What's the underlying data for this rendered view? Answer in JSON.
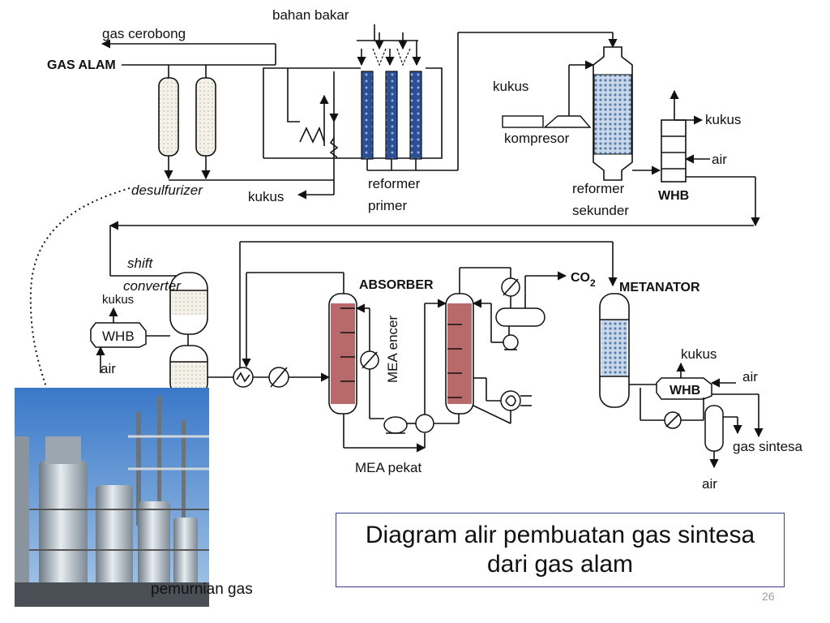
{
  "labels": {
    "bahan_bakar": "bahan bakar",
    "gas_cerobong": "gas cerobong",
    "gas_alam": "GAS ALAM",
    "desulfurizer": "desulfurizer",
    "kukus_1": "kukus",
    "reformer_primer_1": "reformer",
    "reformer_primer_2": "primer",
    "kukus_2": "kukus",
    "kompresor": "kompresor",
    "reformer_sekunder_1": "reformer",
    "reformer_sekunder_2": "sekunder",
    "kukus_3": "kukus",
    "air_1": "air",
    "whb_1": "WHB",
    "shift_1": "shift",
    "shift_2": "converter",
    "kukus_4": "kukus",
    "whb_2": "WHB",
    "air_2": "air",
    "absorber": "ABSORBER",
    "mea_encer": "MEA encer",
    "co2_main": "CO",
    "co2_sub": "2",
    "metanator": "METANATOR",
    "kukus_5": "kukus",
    "air_3": "air",
    "whb_3": "WHB",
    "gas_sintesa": "gas sintesa",
    "air_4": "air",
    "mea_pekat": "MEA pekat"
  },
  "photo": {
    "caption": "pemurnian gas"
  },
  "title": "Diagram alir pembuatan gas sintesa dari gas alam",
  "page_number": "26",
  "colors": {
    "reformer_tube": "#2d4f93",
    "column": "#b86a6a",
    "packing": "#9fb6cf",
    "frame": "#3a3f8f"
  }
}
